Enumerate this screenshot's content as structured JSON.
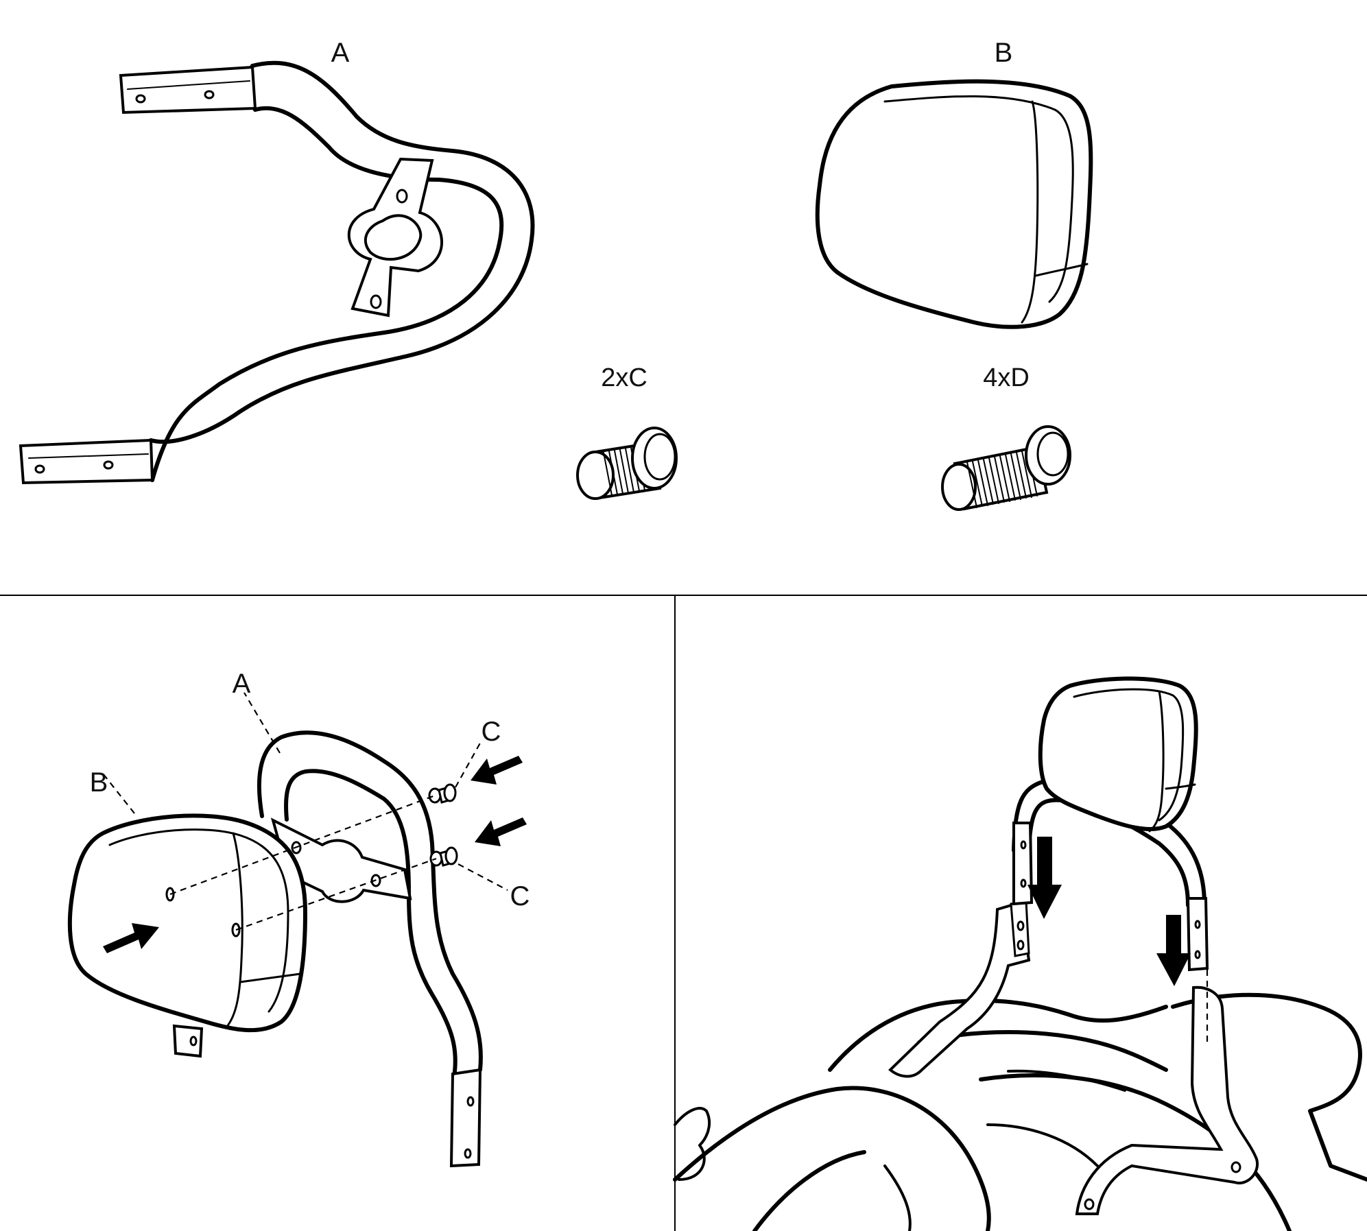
{
  "parts": {
    "frame_label": "A",
    "pad_label": "B",
    "bolt_c_qty": "2xC",
    "bolt_d_qty": "4xD"
  },
  "step1": {
    "label_a": "A",
    "label_b": "B",
    "label_c_upper": "C",
    "label_c_lower": "C"
  },
  "colors": {
    "line": "#000000",
    "background": "#ffffff"
  },
  "icons": [
    "backrest-frame",
    "backrest-pad",
    "bolt-short",
    "bolt-long",
    "insert-arrow",
    "motorcycle-seat"
  ]
}
